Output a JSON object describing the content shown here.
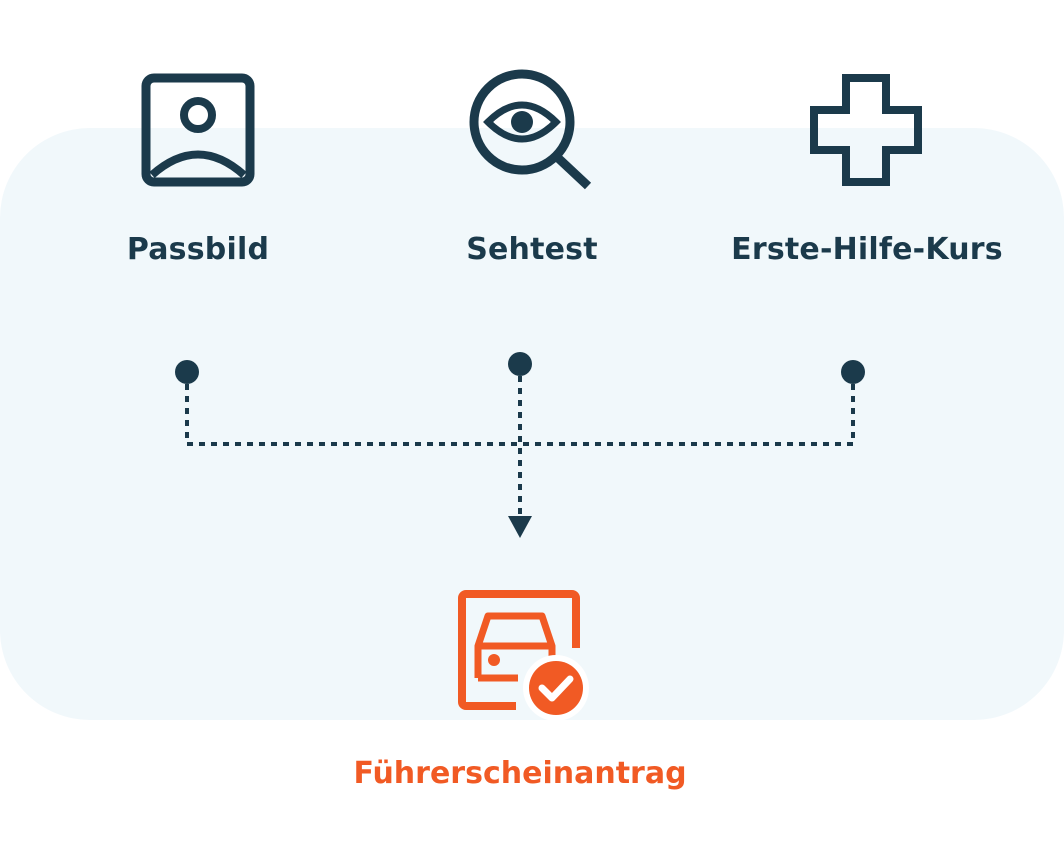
{
  "colors": {
    "panel": "#f1f8fb",
    "primary": "#1b3a4b",
    "accent": "#f15a24"
  },
  "requirements": [
    {
      "label": "Passbild",
      "icon": "portrait-photo-icon"
    },
    {
      "label": "Sehtest",
      "icon": "eye-magnifier-icon"
    },
    {
      "label": "Erste-Hilfe-Kurs",
      "icon": "medical-cross-icon"
    }
  ],
  "result": {
    "label": "Führerscheinantrag",
    "icon": "car-license-check-icon"
  }
}
